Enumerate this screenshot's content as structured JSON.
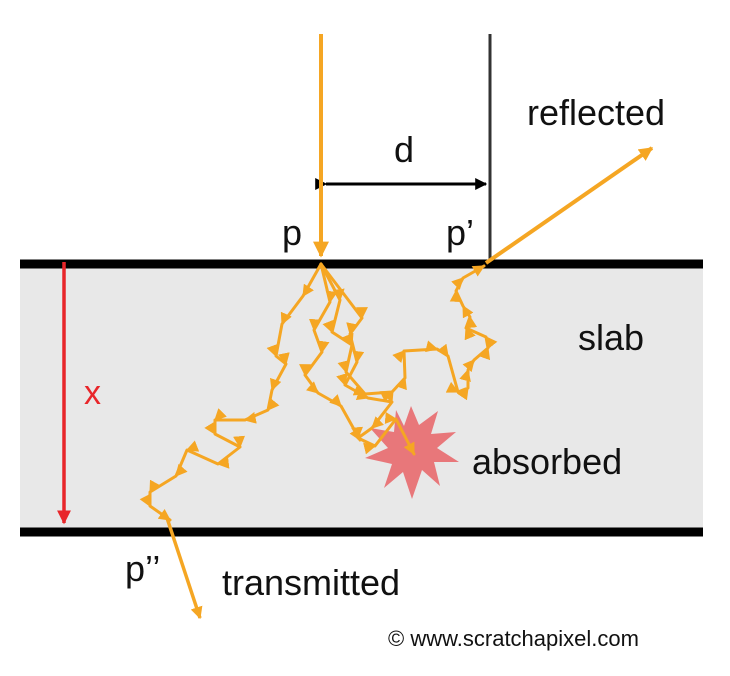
{
  "labels": {
    "reflected": "reflected",
    "d": "d",
    "p": "p",
    "p_prime": "p’",
    "slab": "slab",
    "x": "x",
    "absorbed": "absorbed",
    "p_double_prime": "p’’",
    "transmitted": "transmitted",
    "credit": "© www.scratchapixel.com"
  },
  "colors": {
    "ray": "#f5a623",
    "slab_fill": "#e8e8e8",
    "slab_border": "#000000",
    "depth_arrow": "#e8262a",
    "absorption_star": "#e8777a",
    "reference_line": "#333333"
  }
}
